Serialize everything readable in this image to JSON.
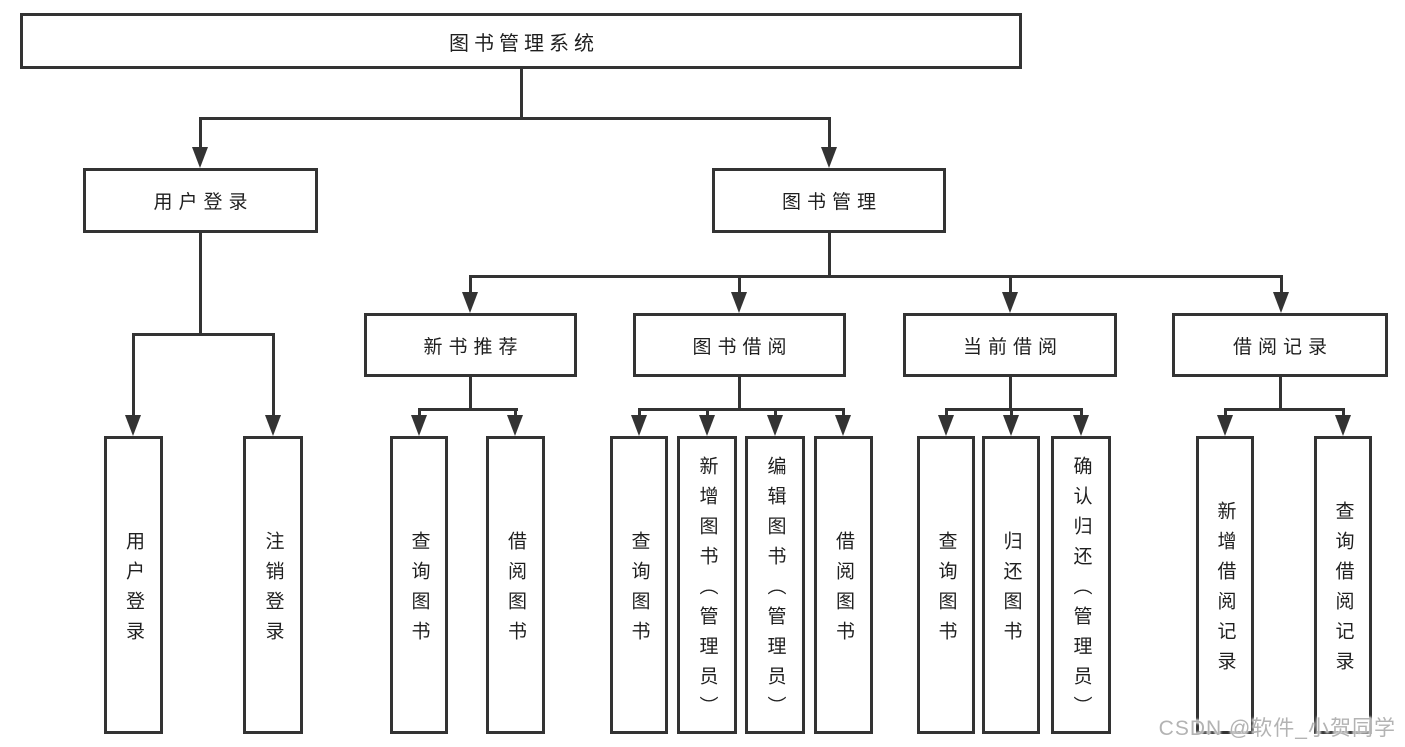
{
  "diagram_title": "图书管理系统",
  "colors": {
    "line": "#333333",
    "text": "#1f1f1f",
    "watermark": "#b3b3b3",
    "background": "#ffffff"
  },
  "watermark": {
    "text": "CSDN @软件_小贺同学"
  },
  "tree": {
    "root": {
      "label": "图书管理系统"
    },
    "branches": [
      {
        "label": "用户登录",
        "children": [
          {
            "label": "用户登录"
          },
          {
            "label": "注销登录"
          }
        ]
      },
      {
        "label": "图书管理",
        "children": [
          {
            "label": "新书推荐",
            "children": [
              {
                "label": "查询图书"
              },
              {
                "label": "借阅图书"
              }
            ]
          },
          {
            "label": "图书借阅",
            "children": [
              {
                "label": "查询图书"
              },
              {
                "label": "新增图书（管理员）"
              },
              {
                "label": "编辑图书（管理员）"
              },
              {
                "label": "借阅图书"
              }
            ]
          },
          {
            "label": "当前借阅",
            "children": [
              {
                "label": "查询图书"
              },
              {
                "label": "归还图书"
              },
              {
                "label": "确认归还（管理员）"
              }
            ]
          },
          {
            "label": "借阅记录",
            "children": [
              {
                "label": "新增借阅记录"
              },
              {
                "label": "查询借阅记录"
              }
            ]
          }
        ]
      }
    ]
  }
}
